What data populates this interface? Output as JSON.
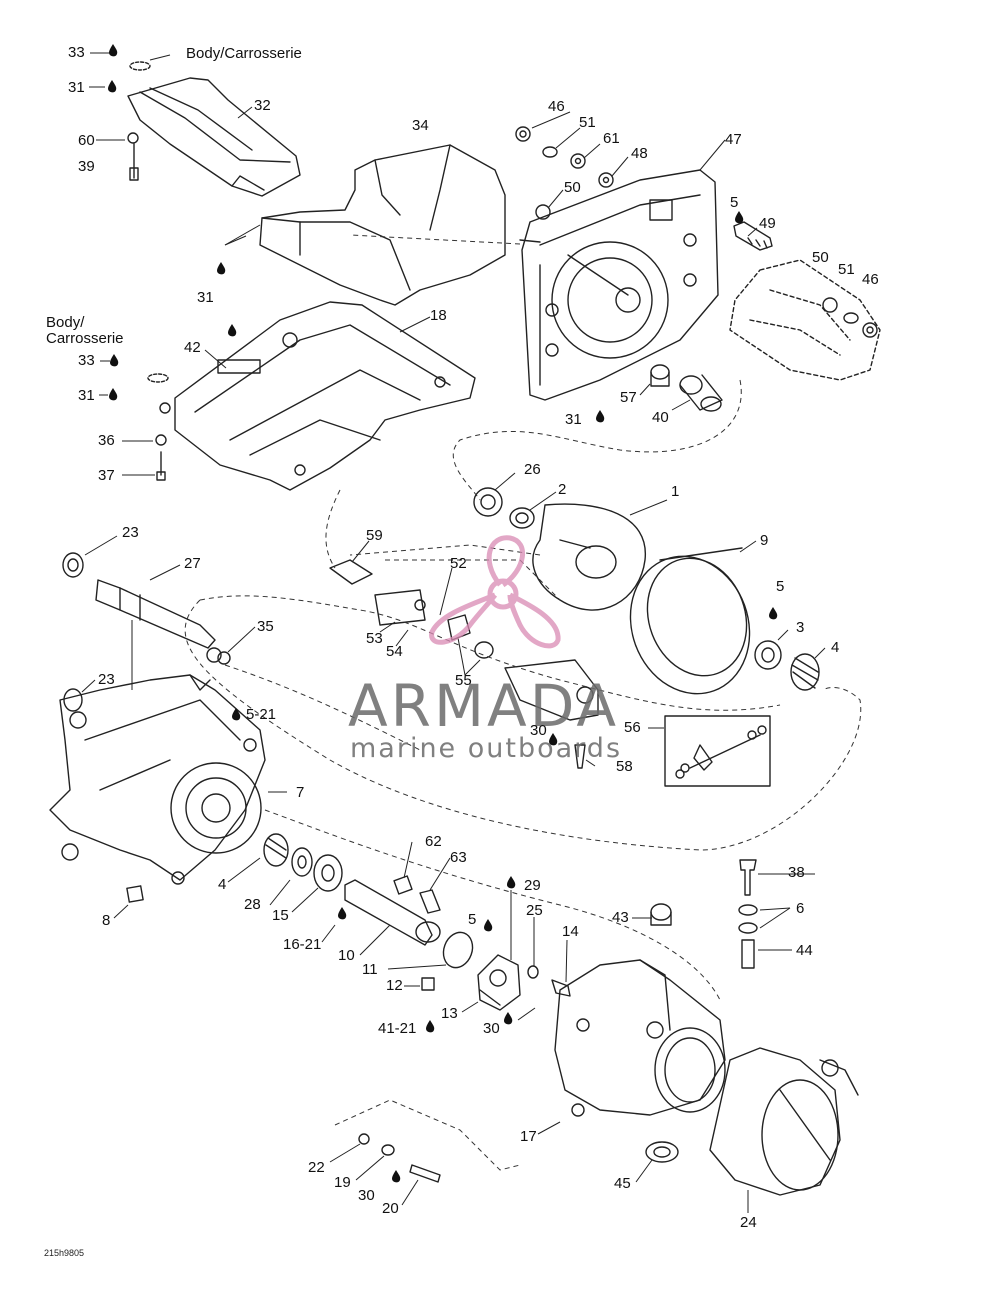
{
  "diagram": {
    "code": "215h9805",
    "notes": {
      "body_top": "Body/Carrosserie",
      "body_left_1": "Body/",
      "body_left_2": "Carrosserie"
    },
    "watermark": {
      "title": "ARMADA",
      "subtitle": "marine outboards",
      "color": "#d98ab3"
    },
    "labels": {
      "l33a": "33",
      "l31a": "31",
      "l60": "60",
      "l39": "39",
      "l32": "32",
      "l34": "34",
      "l46a": "46",
      "l51a": "51",
      "l61": "61",
      "l48": "48",
      "l47": "47",
      "l50a": "50",
      "l5a": "5",
      "l49": "49",
      "l50b": "50",
      "l51b": "51",
      "l46b": "46",
      "l31b": "31",
      "l18": "18",
      "l42": "42",
      "l33b": "33",
      "l31c": "31",
      "l36": "36",
      "l37": "37",
      "l31d": "31",
      "l57": "57",
      "l40": "40",
      "l26": "26",
      "l2": "2",
      "l1": "1",
      "l9": "9",
      "l23a": "23",
      "l27": "27",
      "l59": "59",
      "l52": "52",
      "l5b": "5",
      "l3": "3",
      "l4a": "4",
      "l35": "35",
      "l53": "53",
      "l54": "54",
      "l23b": "23",
      "l55": "55",
      "l5_21": "5-21",
      "l56": "56",
      "l30a": "30",
      "l58": "58",
      "l7": "7",
      "l62": "62",
      "l63": "63",
      "l4b": "4",
      "l28": "28",
      "l15": "15",
      "l29": "29",
      "l38": "38",
      "l8": "8",
      "l16_21": "16-21",
      "l10": "10",
      "l5c": "5",
      "l25": "25",
      "l14": "14",
      "l43": "43",
      "l6": "6",
      "l44": "44",
      "l11": "11",
      "l12": "12",
      "l13": "13",
      "l41_21": "41-21",
      "l30b": "30",
      "l17": "17",
      "l22": "22",
      "l19": "19",
      "l30c": "30",
      "l20": "20",
      "l45": "45",
      "l24": "24"
    }
  }
}
